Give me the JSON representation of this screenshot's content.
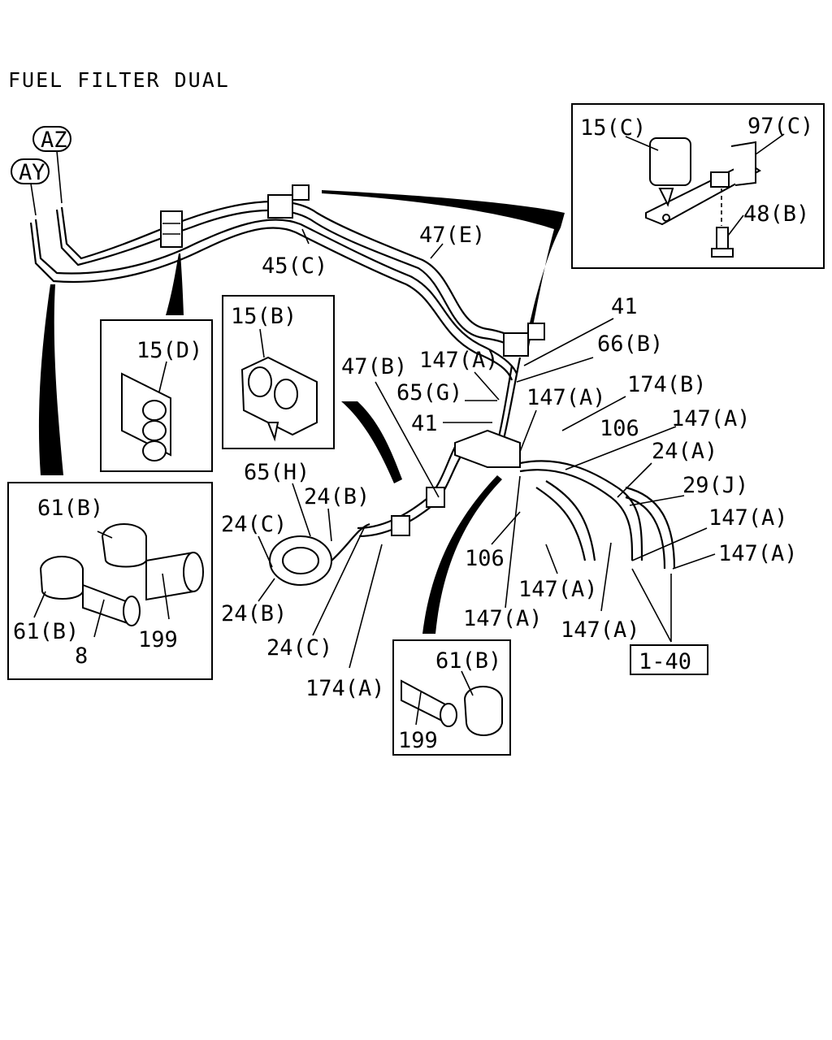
{
  "title": "FUEL FILTER DUAL",
  "connectors": {
    "az": "AZ",
    "ay": "AY"
  },
  "labels": {
    "c15c": "15(C)",
    "c97c": "97(C)",
    "c48b": "48(B)",
    "c47e": "47(E)",
    "c45c": "45(C)",
    "c15d": "15(D)",
    "c15b": "15(B)",
    "c41a": "41",
    "c66b": "66(B)",
    "c47b": "47(B)",
    "c147a_1": "147(A)",
    "c65g": "65(G)",
    "c147a_2": "147(A)",
    "c174b": "174(B)",
    "c41b": "41",
    "c106a": "106",
    "c147a_3": "147(A)",
    "c24a": "24(A)",
    "c65h": "65(H)",
    "c24b_1": "24(B)",
    "c24c_1": "24(C)",
    "c29j": "29(J)",
    "c147a_4": "147(A)",
    "c147a_5": "147(A)",
    "c106b": "106",
    "c147a_6": "147(A)",
    "c24b_2": "24(B)",
    "c147a_7": "147(A)",
    "c147a_8": "147(A)",
    "c24c_2": "24(C)",
    "c61b_1": "61(B)",
    "c61b_2": "61(B)",
    "c8": "8",
    "c199_1": "199",
    "c174a": "174(A)",
    "c61b_3": "61(B)",
    "c199_2": "199",
    "ref": "1-40"
  }
}
